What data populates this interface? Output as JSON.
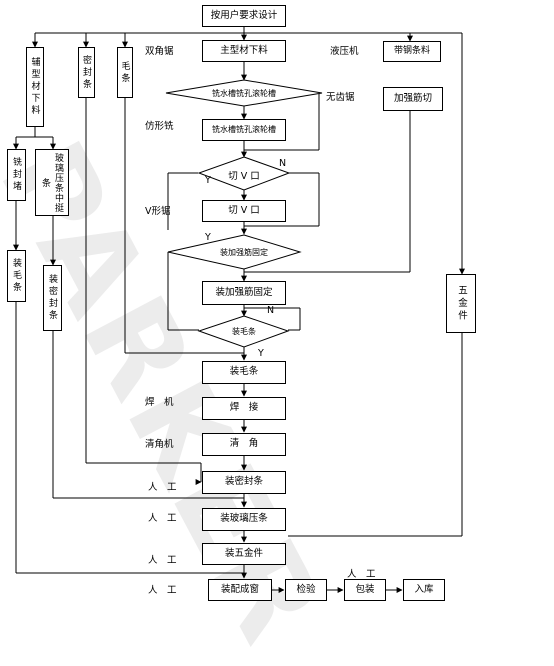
{
  "watermark": "PARKER",
  "process": {
    "start": "按用户要求设计",
    "main_cut": "主型材下料",
    "drainage_diamond": "铣水槽铣孔滚轮槽",
    "drainage_box": "铣水槽铣孔滚轮槽",
    "v_diamond": "切 V 口",
    "v_box": "切 V 口",
    "reinforce_diamond": "装加强筋固定",
    "reinforce_box": "装加强筋固定",
    "brush_diamond": "装毛条",
    "brush_box": "装毛条",
    "weld": "焊　接",
    "clean": "清　角",
    "seal": "装密封条",
    "glass_bead": "装玻璃压条",
    "hardware": "装五金件",
    "assemble": "装配成窗",
    "inspect": "检验",
    "pack": "包装",
    "store": "入库"
  },
  "side": {
    "aux_cut": "辅型材下料",
    "seal_strip": "密封条",
    "brush_strip": "毛条",
    "mill_seal": "铣封堵",
    "glass_bead_cut": "玻璃压条中挺条",
    "mill_brush": "装毛条",
    "install_seal": "装密封条",
    "steel_strip": "带钢条料",
    "reinforce_cut": "加强筋切",
    "hardware_parts": "五金件"
  },
  "machines": {
    "double_saw": "双角锯",
    "punch": "液压机",
    "no_tooth_saw": "无齿锯",
    "copy_mill": "仿形铣",
    "v_saw": "V形锯",
    "welder": "焊　机",
    "cleaner": "清角机",
    "manual_1": "人　工",
    "manual_2": "人　工",
    "manual_3": "人　工",
    "manual_4": "人　工",
    "manual_5": "人　工"
  },
  "flags": {
    "n1": "N",
    "y1": "Y",
    "y2": "Y",
    "n2": "N",
    "y3": "Y"
  }
}
